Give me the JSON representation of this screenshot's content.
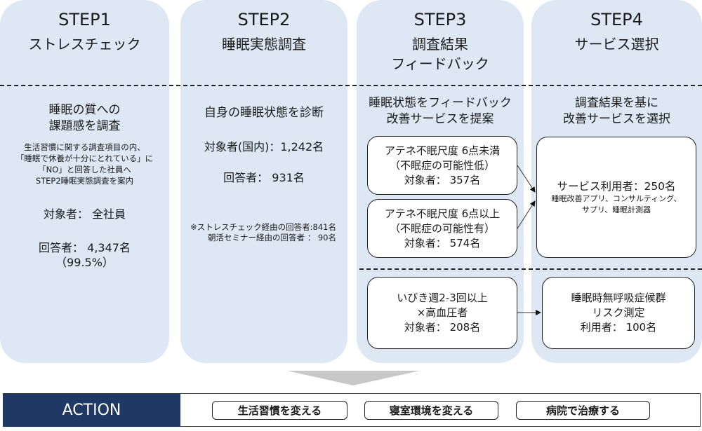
{
  "steps": [
    {
      "step": "STEP1",
      "title": "ストレスチェック",
      "desc": [
        "睡眠の質への",
        "課題感を調査"
      ],
      "notes": [
        "生活習慣に関する調査項目の内、",
        "「睡眠で休養が十分にとれている」に",
        "「NO」と回答した社員へ",
        "STEP2睡眠実態調査を案内"
      ],
      "target": "対象者： 全社員",
      "respondents": "回答者： 4,347名",
      "rate": "（99.5%）"
    },
    {
      "step": "STEP2",
      "title": "睡眠実態調査",
      "desc": [
        "自身の睡眠状態を診断"
      ],
      "target": "対象者(国内)：1,242名",
      "respondents": "回答者： 931名",
      "footnotes": [
        "※ストレスチェック経由の回答者:841名",
        "朝活セミナー経由の回答者 ： 90名"
      ]
    },
    {
      "step": "STEP3",
      "title": [
        "調査結果",
        "フィードバック"
      ],
      "desc": [
        "睡眠状態をフィードバック",
        "改善サービスを提案"
      ],
      "boxes": [
        {
          "lines": [
            "アテネ不眠尺度 6点未満",
            "（不眠症の可能性低）",
            "対象者： 357名"
          ]
        },
        {
          "lines": [
            "アテネ不眠尺度 6点以上",
            "（不眠症の可能性有）",
            "対象者： 574名"
          ]
        },
        {
          "lines": [
            "いびき週2-3回以上",
            "×高血圧者",
            "対象者： 208名"
          ]
        }
      ]
    },
    {
      "step": "STEP4",
      "title": "サービス選択",
      "desc": [
        "調査結果を基に",
        "改善サービスを選択"
      ],
      "boxes": [
        {
          "main": "サービス利用者：250名",
          "detail": [
            "睡眠改善アプリ、コンサルティング、",
            "サプリ、睡眠計測器"
          ]
        },
        {
          "lines": [
            "睡眠時無呼吸症候群",
            "リスク測定",
            "利用者： 100名"
          ]
        }
      ]
    }
  ],
  "action": {
    "label": "ACTION",
    "items": [
      "生活習慣を変える",
      "寝室環境を変える",
      "病院で治療する"
    ]
  },
  "colors": {
    "panel": "#dde8f4",
    "action_bg": "#1f3864",
    "arrow": "#c8c8c8"
  }
}
